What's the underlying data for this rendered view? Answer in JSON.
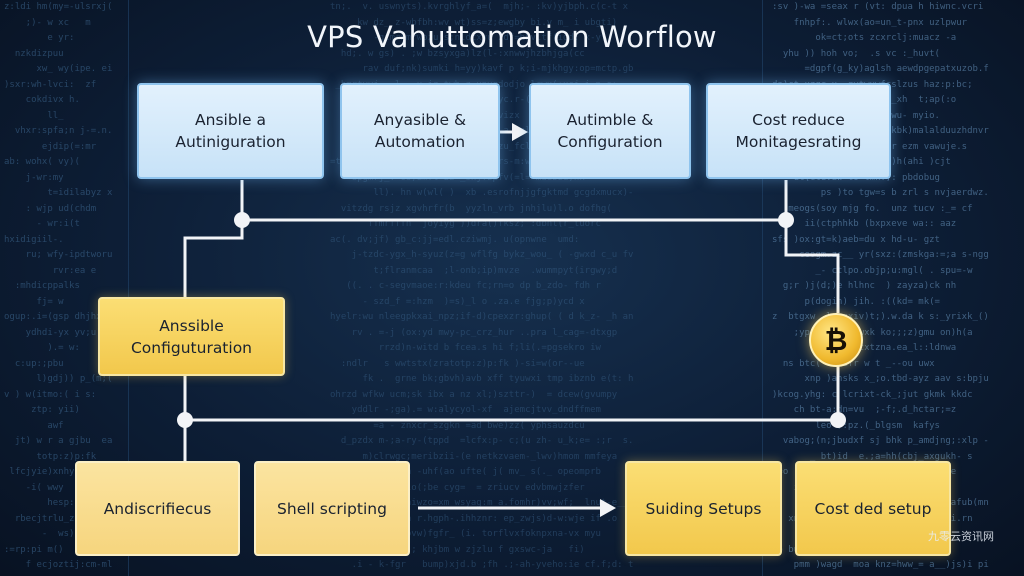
{
  "title": "VPS Vahuttomation Worflow",
  "boxes": {
    "top_1": "Ansible a\nAutiniguration",
    "top_2": "Anyasible &\nAutomation",
    "top_3": "Autimble &\nConfiguration",
    "top_4": "Cost reduce\nMonitagesrating",
    "mid_1": "Anssible\nConfiguturation",
    "bot_1": "Andiscrifiecus",
    "bot_2": "Shell scripting",
    "bot_3": "Suiding Setups",
    "bot_4": "Cost ded setup"
  },
  "icons": {
    "coin": "bitcoin-icon",
    "coin_glyph": "₿"
  },
  "watermark": "九零云资讯网",
  "colors": {
    "blue_box": "#d4eaf9",
    "yellow_box": "#f5cd55",
    "pale_box": "#f9dd8c",
    "connector": "#f2f4f7",
    "background": "#0b1628"
  }
}
